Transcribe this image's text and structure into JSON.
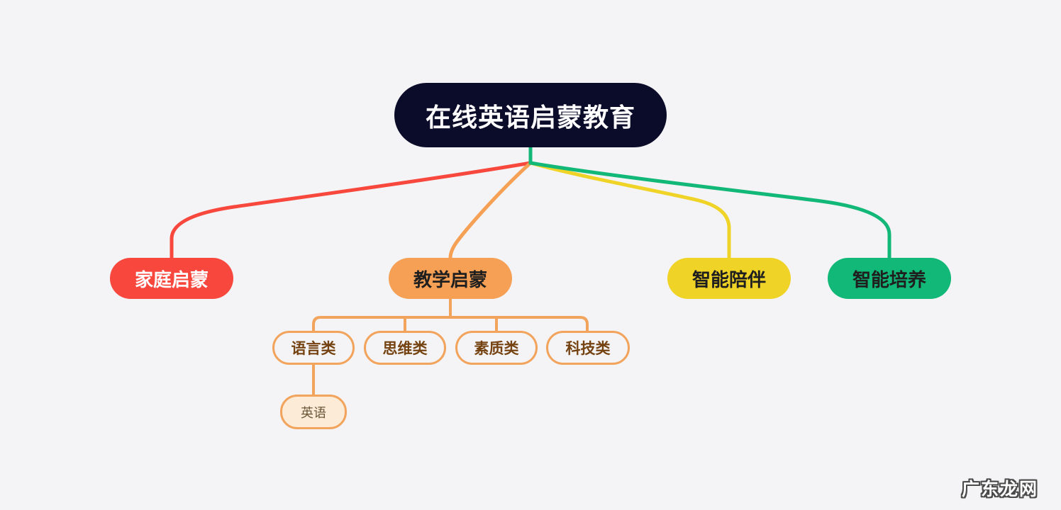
{
  "canvas": {
    "background": "#f4f4f6"
  },
  "mindmap": {
    "root": {
      "label": "在线英语启蒙教育",
      "fill": "#0b0b2a",
      "text_color": "#ffffff"
    },
    "branches": [
      {
        "label": "家庭启蒙",
        "fill": "#f8473d",
        "text_color": "#ffffff"
      },
      {
        "label": "教学启蒙",
        "fill": "#f5a054",
        "text_color": "#1f1f1f",
        "children": [
          {
            "label": "语言类",
            "children": [
              {
                "label": "英语"
              }
            ]
          },
          {
            "label": "思维类"
          },
          {
            "label": "素质类"
          },
          {
            "label": "科技类"
          }
        ]
      },
      {
        "label": "智能陪伴",
        "fill": "#f0d327",
        "text_color": "#1f1f1f"
      },
      {
        "label": "智能培养",
        "fill": "#11b877",
        "text_color": "#1f1f1f"
      }
    ],
    "subnode_style": {
      "border_color": "#f2a35c",
      "text_color": "#754312",
      "leaf_fill": "#fcecd7",
      "leaf_text_color": "#6b5639"
    }
  },
  "watermark": {
    "label": "广东龙网"
  }
}
